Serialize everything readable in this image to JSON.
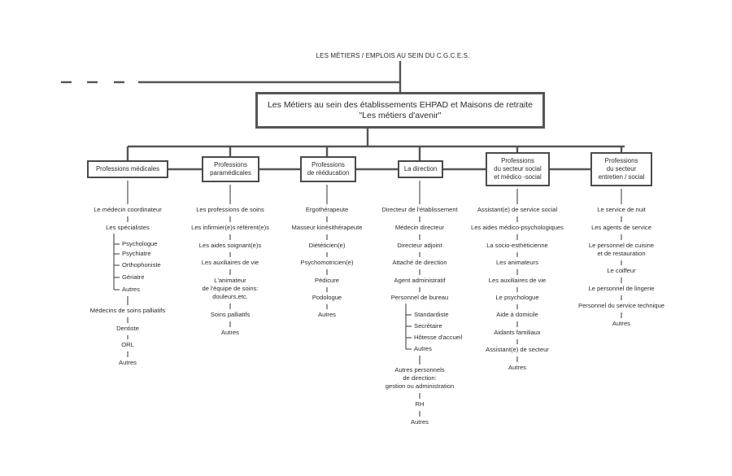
{
  "title": "LES MÉTIERS / EMPLOIS AU SEIN DU C.G.C.E.S.",
  "main": {
    "line1": "Les Métiers au sein des établissements EHPAD et Maisons de retraite",
    "line2": "\"Les métiers d'avenir\""
  },
  "columns": [
    {
      "id": "medicales",
      "header": [
        "Professions médicales"
      ],
      "items": [
        {
          "t": "Le médecin coordinateur"
        },
        {
          "t": "Les spécialistes",
          "children": [
            "Psychologue",
            "Psychiatre",
            "Orthophoniste",
            "Gériatre",
            "Autres"
          ]
        },
        {
          "t": "Médecins de soins palliatifs"
        },
        {
          "t": "Dentiste"
        },
        {
          "t": "ORL"
        },
        {
          "t": "Autres"
        }
      ]
    },
    {
      "id": "paramedicales",
      "header": [
        "Professions",
        "paramédicales"
      ],
      "items": [
        {
          "t": "Les professions de soins"
        },
        {
          "t": "Les infirmier(e)s référent(e)s"
        },
        {
          "t": "Les aides soignant(e)s"
        },
        {
          "t": "Les auxiliaires de vie"
        },
        {
          "t": "L'animateur\nde l'équipe de soins:\ndouleurs,etc."
        },
        {
          "t": "Soins palliatifs"
        },
        {
          "t": "Autres"
        }
      ]
    },
    {
      "id": "reeducation",
      "header": [
        "Professions",
        "de rééducation"
      ],
      "items": [
        {
          "t": "Ergothérapeute"
        },
        {
          "t": "Masseur kinésithérapeute"
        },
        {
          "t": "Diététicien(e)"
        },
        {
          "t": "Psychomotricien(e)"
        },
        {
          "t": "Pédicure"
        },
        {
          "t": "Podologue"
        },
        {
          "t": "Autres"
        }
      ]
    },
    {
      "id": "direction",
      "header": [
        "La direction"
      ],
      "items": [
        {
          "t": "Directeur de l'établissement"
        },
        {
          "t": "Médecin directeur"
        },
        {
          "t": "Directeur adjoint"
        },
        {
          "t": "Attaché de direction"
        },
        {
          "t": "Agent administratif"
        },
        {
          "t": "Personnel de bureau",
          "children": [
            "Standardiste",
            "Secrétaire",
            "Hôtesse d'accueil",
            "Autres"
          ]
        },
        {
          "t": "Autres personnels\nde direction:\ngestion ou administration"
        },
        {
          "t": "RH"
        },
        {
          "t": "Autres"
        }
      ]
    },
    {
      "id": "social",
      "header": [
        "Professions",
        "du secteur social",
        "et médico -social"
      ],
      "items": [
        {
          "t": "Assistant(e) de service social"
        },
        {
          "t": "Les aides médico-psychologiques"
        },
        {
          "t": "La socio-esthéticienne"
        },
        {
          "t": "Les animateurs"
        },
        {
          "t": "Les auxiliaires de vie"
        },
        {
          "t": "Le psychologue"
        },
        {
          "t": "Aide à domicile"
        },
        {
          "t": "Aidants familiaux"
        },
        {
          "t": "Assistant(e) de secteur"
        },
        {
          "t": "Autres"
        }
      ]
    },
    {
      "id": "entretien",
      "header": [
        "Professions",
        "du secteur",
        "entretien / social"
      ],
      "items": [
        {
          "t": "Le service de nuit"
        },
        {
          "t": "Les agents de service"
        },
        {
          "t": "Le personnel de cuisine\net de restauration"
        },
        {
          "t": "Le coiffeur"
        },
        {
          "t": "Le personnel de lingerie"
        },
        {
          "t": "Personnel du service technique"
        },
        {
          "t": "Autres"
        }
      ]
    }
  ]
}
